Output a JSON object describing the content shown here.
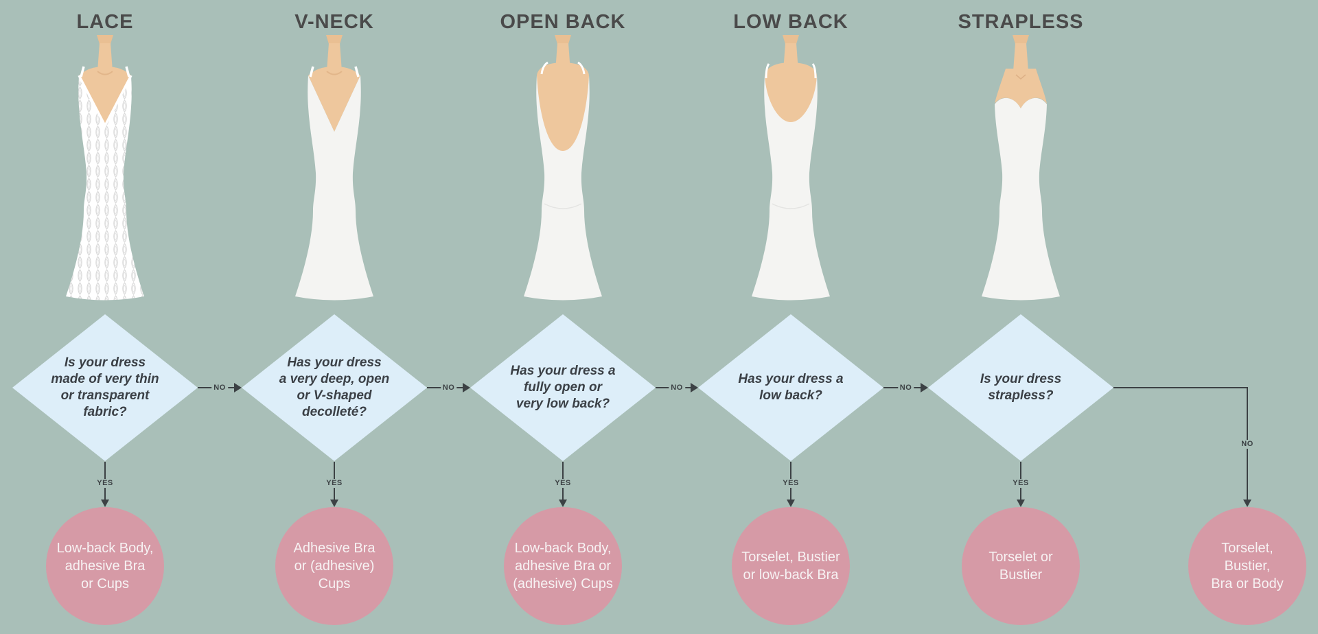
{
  "page": {
    "background_color": "#a9bfb8",
    "diamond_color": "#ddeef9",
    "circle_color": "#d69aa6",
    "line_color": "#3c4144",
    "title_color": "#4a4a4a",
    "question_color": "#3b4046",
    "result_text_color": "#f7f2f3",
    "dress_color": "#f4f4f2",
    "skin_color": "#eec79d",
    "lace_detail_color": "#dadada"
  },
  "labels": {
    "yes": "YES",
    "no": "NO"
  },
  "columns": [
    {
      "id": "lace",
      "title": "LACE",
      "dress_icon": "lace-v-neck-gown-front",
      "question": "Is your dress\nmade of very thin\nor transparent\nfabric?",
      "result": "Low-back Body,\nadhesive Bra\nor Cups"
    },
    {
      "id": "v-neck",
      "title": "V-NECK",
      "dress_icon": "deep-v-neck-gown-front",
      "question": "Has your dress\na very deep, open\nor V-shaped\ndecolleté?",
      "result": "Adhesive Bra\nor (adhesive)\nCups"
    },
    {
      "id": "open-back",
      "title": "OPEN BACK",
      "dress_icon": "open-back-gown-rear",
      "question": "Has your dress a\nfully open or\nvery low back?",
      "result": "Low-back Body,\nadhesive Bra or\n(adhesive) Cups"
    },
    {
      "id": "low-back",
      "title": "LOW BACK",
      "dress_icon": "low-back-gown-rear",
      "question": "Has your dress a\nlow back?",
      "result": "Torselet, Bustier\nor low-back Bra"
    },
    {
      "id": "strapless",
      "title": "STRAPLESS",
      "dress_icon": "strapless-sweetheart-gown-front",
      "question": "Is your dress\nstrapless?",
      "result": "Torselet or\nBustier"
    }
  ],
  "final_no_result": "Torselet,\nBustier,\nBra or Body"
}
